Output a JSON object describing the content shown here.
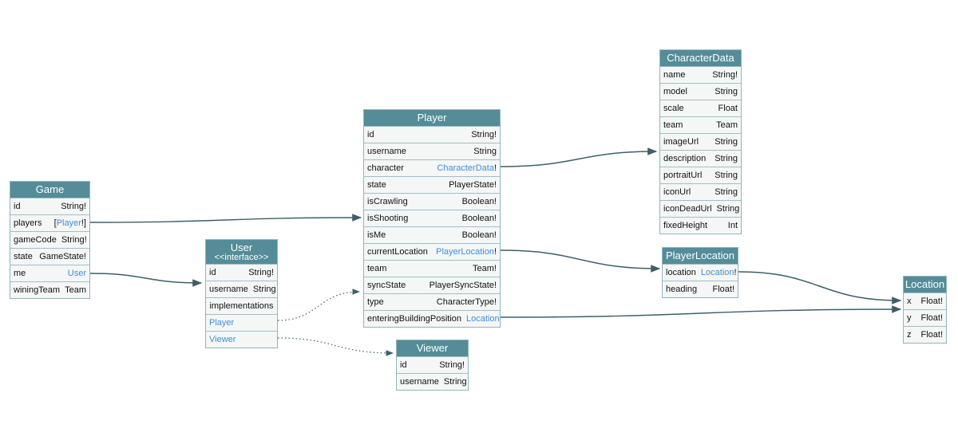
{
  "colors": {
    "header": "#548c98",
    "link": "#3f8fd6",
    "edge": "#3f5f68"
  },
  "types": [
    {
      "id": "game",
      "name": "Game",
      "fields": [
        {
          "name": "id",
          "type": "String!"
        },
        {
          "name": "players",
          "type_prefix": "[",
          "type_link": "Player",
          "type": "!]"
        },
        {
          "name": "gameCode",
          "type": "String!"
        },
        {
          "name": "state",
          "type": "GameState!"
        },
        {
          "name": "me",
          "type_link": "User",
          "type": ""
        },
        {
          "name": "winingTeam",
          "type": "Team"
        }
      ]
    },
    {
      "id": "user",
      "name": "User",
      "stereotype": "<<interface>>",
      "fields": [
        {
          "name": "id",
          "type": "String!"
        },
        {
          "name": "username",
          "type": "String"
        },
        {
          "name": "implementations",
          "center": true
        },
        {
          "name_link": "Player"
        },
        {
          "name_link": "Viewer"
        }
      ]
    },
    {
      "id": "player",
      "name": "Player",
      "fields": [
        {
          "name": "id",
          "type": "String!"
        },
        {
          "name": "username",
          "type": "String"
        },
        {
          "name": "character",
          "type_link": "CharacterData",
          "type": "!"
        },
        {
          "name": "state",
          "type": "PlayerState!"
        },
        {
          "name": "isCrawling",
          "type": "Boolean!"
        },
        {
          "name": "isShooting",
          "type": "Boolean!"
        },
        {
          "name": "isMe",
          "type": "Boolean!"
        },
        {
          "name": "currentLocation",
          "type_link": "PlayerLocation",
          "type": "!"
        },
        {
          "name": "team",
          "type": "Team!"
        },
        {
          "name": "syncState",
          "type": "PlayerSyncState!"
        },
        {
          "name": "type",
          "type": "CharacterType!"
        },
        {
          "name": "enteringBuildingPosition",
          "type_link": "Location",
          "type": ""
        }
      ]
    },
    {
      "id": "viewer",
      "name": "Viewer",
      "fields": [
        {
          "name": "id",
          "type": "String!"
        },
        {
          "name": "username",
          "type": "String"
        }
      ]
    },
    {
      "id": "characterdata",
      "name": "CharacterData",
      "fields": [
        {
          "name": "name",
          "type": "String!"
        },
        {
          "name": "model",
          "type": "String"
        },
        {
          "name": "scale",
          "type": "Float"
        },
        {
          "name": "team",
          "type": "Team"
        },
        {
          "name": "imageUrl",
          "type": "String"
        },
        {
          "name": "description",
          "type": "String"
        },
        {
          "name": "portraitUrl",
          "type": "String"
        },
        {
          "name": "iconUrl",
          "type": "String"
        },
        {
          "name": "iconDeadUrl",
          "type": "String"
        },
        {
          "name": "fixedHeight",
          "type": "Int"
        }
      ]
    },
    {
      "id": "playerlocation",
      "name": "PlayerLocation",
      "fields": [
        {
          "name": "location",
          "type_link": "Location",
          "type": "!"
        },
        {
          "name": "heading",
          "type": "Float!"
        }
      ]
    },
    {
      "id": "location",
      "name": "Location",
      "fields": [
        {
          "name": "x",
          "type": "Float!"
        },
        {
          "name": "y",
          "type": "Float!"
        },
        {
          "name": "z",
          "type": "Float!"
        }
      ]
    }
  ],
  "edges": [
    {
      "from": "Game.players",
      "to": "Player",
      "style": "solid"
    },
    {
      "from": "Game.me",
      "to": "User",
      "style": "solid"
    },
    {
      "from": "User.Player",
      "to": "Player",
      "style": "dotted"
    },
    {
      "from": "User.Viewer",
      "to": "Viewer",
      "style": "dotted"
    },
    {
      "from": "Player.character",
      "to": "CharacterData",
      "style": "solid"
    },
    {
      "from": "Player.currentLocation",
      "to": "PlayerLocation",
      "style": "solid"
    },
    {
      "from": "Player.enteringBuildingPosition",
      "to": "Location",
      "style": "solid"
    },
    {
      "from": "PlayerLocation.location",
      "to": "Location",
      "style": "solid"
    }
  ]
}
